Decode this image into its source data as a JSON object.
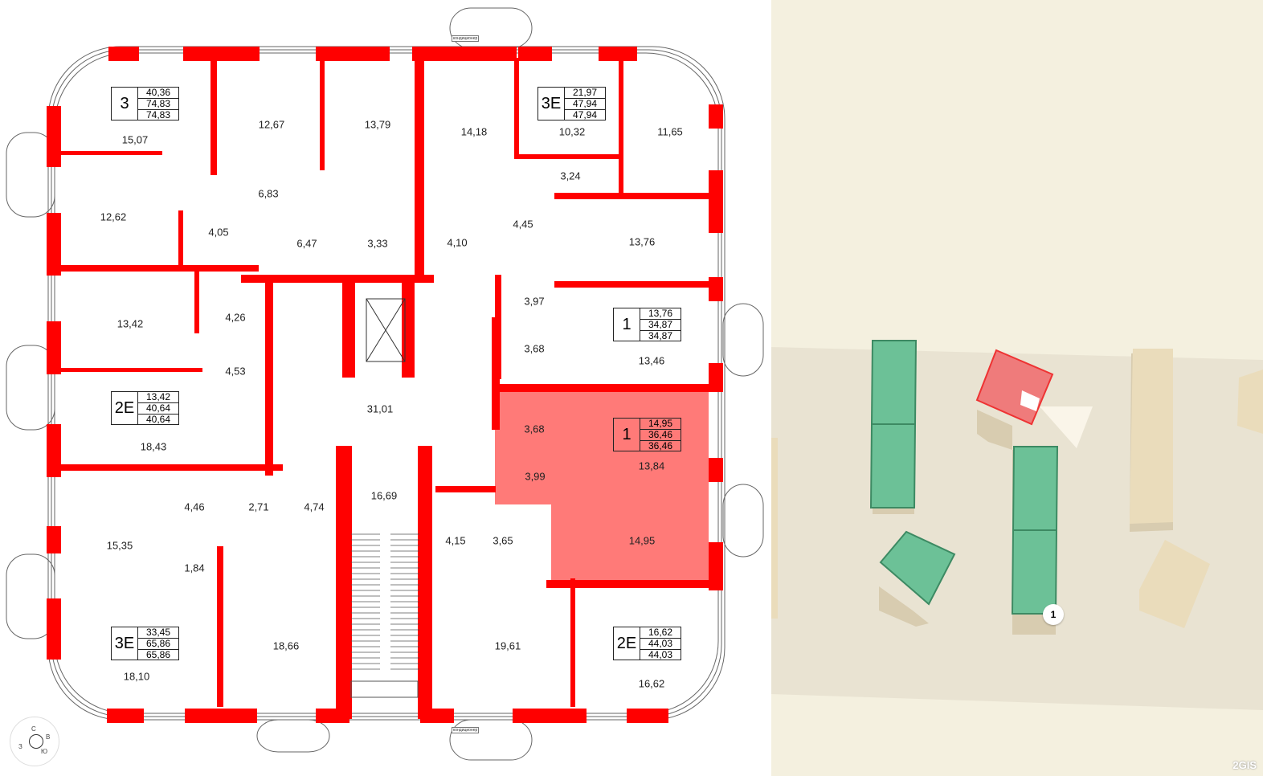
{
  "colors": {
    "wall": "#ff0000",
    "highlight": "#ff7a78",
    "map_bg": "#f4f0df",
    "map_ground": "#e9e3d2",
    "building_green": "#6cc197",
    "building_beige": "#eadcbb",
    "selected_building": "#ef7b7b"
  },
  "plan": {
    "rooms": [
      "15,07",
      "12,67",
      "13,79",
      "14,18",
      "10,32",
      "11,65",
      "6,83",
      "3,24",
      "12,62",
      "4,05",
      "6,47",
      "3,33",
      "4,10",
      "4,45",
      "13,76",
      "13,42",
      "4,26",
      "3,97",
      "3,68",
      "13,46",
      "4,53",
      "31,01",
      "18,43",
      "3,68",
      "13,84",
      "3,99",
      "4,46",
      "2,71",
      "4,74",
      "16,69",
      "15,35",
      "4,15",
      "3,65",
      "14,95",
      "1,84",
      "18,66",
      "19,61",
      "18,10",
      "16,62"
    ],
    "apartments": [
      {
        "rooms": "3",
        "areas": [
          "40,36",
          "74,83",
          "74,83"
        ]
      },
      {
        "rooms": "3Е",
        "areas": [
          "21,97",
          "47,94",
          "47,94"
        ]
      },
      {
        "rooms": "1",
        "areas": [
          "13,76",
          "34,87",
          "34,87"
        ]
      },
      {
        "rooms": "2Е",
        "areas": [
          "13,42",
          "40,64",
          "40,64"
        ]
      },
      {
        "rooms": "1",
        "areas": [
          "14,95",
          "36,46",
          "36,46"
        ],
        "selected": true
      },
      {
        "rooms": "3Е",
        "areas": [
          "33,45",
          "65,86",
          "65,86"
        ]
      },
      {
        "rooms": "2Е",
        "areas": [
          "16,62",
          "44,03",
          "44,03"
        ]
      }
    ],
    "ac_label": "кондиционер",
    "compass": {
      "n": "С",
      "e": "В",
      "s": "Ю",
      "w": "З",
      "icon": "compass-icon"
    }
  },
  "map": {
    "marker_label": "1",
    "logo": "2GIS"
  }
}
